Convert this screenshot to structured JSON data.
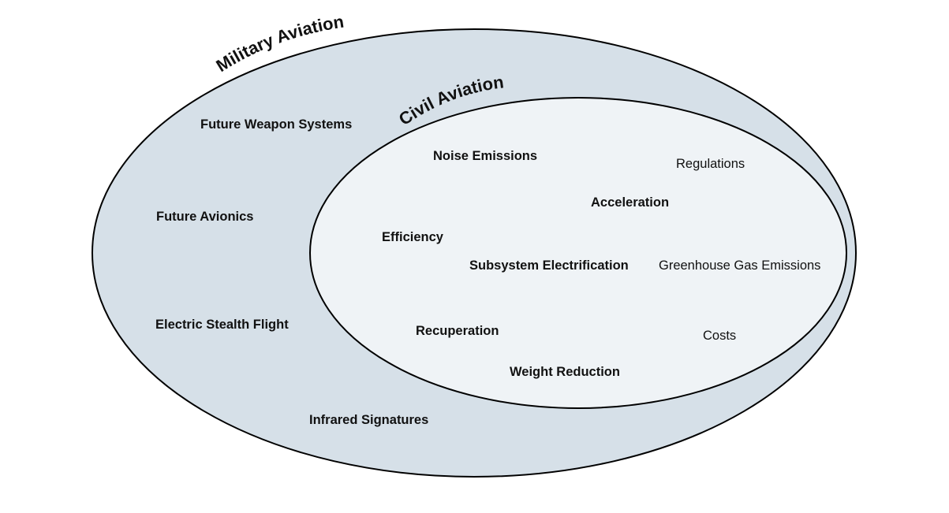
{
  "diagram": {
    "type": "nested-set",
    "colors": {
      "outer_fill": "#d6e0e8",
      "inner_fill": "#eff3f6",
      "stroke": "#000000"
    },
    "outer": {
      "title": "Military Aviation",
      "items": [
        {
          "label": "Future Weapon Systems",
          "bold": true
        },
        {
          "label": "Future Avionics",
          "bold": true
        },
        {
          "label": "Electric Stealth Flight",
          "bold": true
        },
        {
          "label": "Infrared Signatures",
          "bold": true
        }
      ]
    },
    "inner": {
      "title": "Civil Aviation",
      "items": [
        {
          "label": "Noise Emissions",
          "bold": true
        },
        {
          "label": "Regulations",
          "bold": false
        },
        {
          "label": "Acceleration",
          "bold": true
        },
        {
          "label": "Efficiency",
          "bold": true
        },
        {
          "label": "Subsystem Electrification",
          "bold": true
        },
        {
          "label": "Greenhouse Gas Emissions",
          "bold": false
        },
        {
          "label": "Recuperation",
          "bold": true
        },
        {
          "label": "Costs",
          "bold": false
        },
        {
          "label": "Weight Reduction",
          "bold": true
        }
      ]
    }
  }
}
